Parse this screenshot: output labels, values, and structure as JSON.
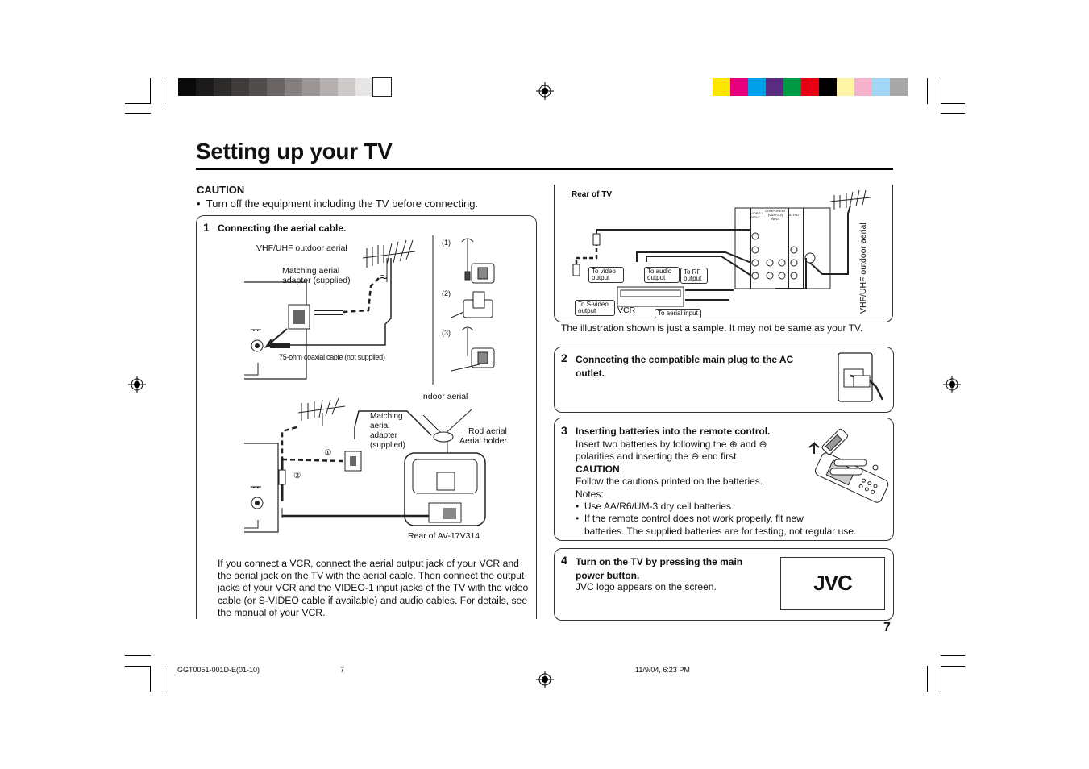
{
  "page_title": "Setting up your TV",
  "caution": {
    "heading": "CAUTION",
    "bullet": "Turn off the equipment including the TV before connecting."
  },
  "step1": {
    "number": "1",
    "title": "Connecting the aerial cable.",
    "labels": {
      "outdoor_aerial": "VHF/UHF outdoor aerial",
      "matching_adapter": "Matching aerial adapter (supplied)",
      "coax_cable": "75-ohm coaxial cable (not supplied)",
      "sub1": "(1)",
      "sub2": "(2)",
      "sub3": "(3)",
      "indoor_aerial": "Indoor aerial",
      "matching_adapter_2": "Matching aerial adapter (supplied)",
      "rod_aerial": "Rod aerial",
      "aerial_holder": "Aerial holder",
      "circ1": "①",
      "circ2": "②",
      "rear_of_model": "Rear of AV-17V314"
    },
    "vcr_paragraph": "If you connect a VCR, connect the aerial output jack of your VCR and the aerial jack on the TV with the aerial cable. Then connect the output jacks of your VCR and the VIDEO-1 input jacks of the TV with the video cable (or S-VIDEO cable if available) and audio cables. For details, see the manual of your VCR."
  },
  "rear_panel": {
    "title": "Rear of TV",
    "labels": {
      "to_video_output": "To video output",
      "to_audio_output": "To audio output",
      "to_rf_output": "To RF output",
      "to_svideo_output": "To S-video output",
      "vcr": "VCR",
      "to_aerial_input": "To aerial input",
      "outdoor_aerial_vertical": "VHF/UHF outdoor aerial",
      "video1_input": "VIDEO-1 INPUT",
      "component_input": "COMPONENT (VIDEO-2) INPUT",
      "output": "OUTPUT"
    },
    "caption": "The illustration shown is just a sample. It may not be same as your TV."
  },
  "step2": {
    "number": "2",
    "title": "Connecting the compatible main plug to the AC outlet."
  },
  "step3": {
    "number": "3",
    "title": "Inserting batteries into the remote control.",
    "line1": "Insert two batteries by following the ⊕ and ⊖",
    "line2": "polarities and inserting the ⊖ end first.",
    "caution_label": "CAUTION",
    "caution_text": "Follow the cautions printed on the batteries.",
    "notes_label": "Notes:",
    "note1": "Use AA/R6/UM-3 dry cell batteries.",
    "note2a": "If the remote control does not work properly, fit new",
    "note2b": "batteries. The supplied batteries are for testing, not regular use."
  },
  "step4": {
    "number": "4",
    "title": "Turn on the TV by pressing the main power button.",
    "text": "JVC logo appears on the screen.",
    "logo": "JVC"
  },
  "page_number": "7",
  "footer": {
    "doc_code": "GGT0051-001D-E(01-10)",
    "sheet_no": "7",
    "timestamp": "11/9/04, 6:23 PM"
  },
  "colors": {
    "grayscale_bar": [
      "#0a0a0a",
      "#1c1a1a",
      "#2e2b2b",
      "#403c3c",
      "#524d4d",
      "#6a6464",
      "#847e7e",
      "#9c9595",
      "#b5afaf",
      "#cfcaca",
      "#e8e5e5",
      "#ffffff"
    ],
    "color_bar": [
      "#ffe600",
      "#e6007e",
      "#00a0e9",
      "#5a2d82",
      "#009944",
      "#e60012",
      "#000000",
      "#fff5a5",
      "#f5b2cc",
      "#a0d8f5",
      "#a8a8a8"
    ]
  }
}
